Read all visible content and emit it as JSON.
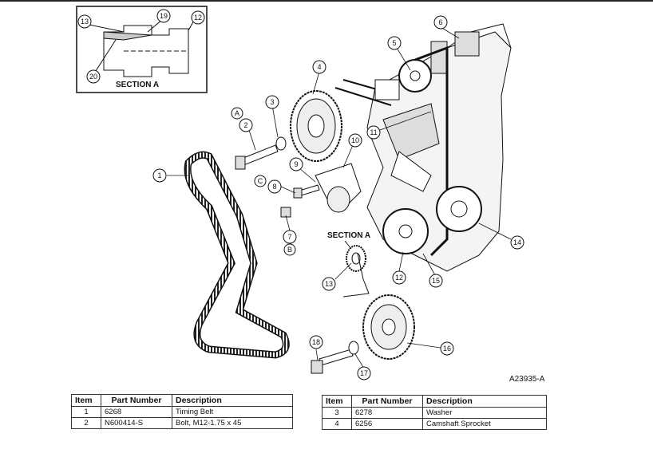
{
  "figure": {
    "id": "A23935-A",
    "section_label": "SECTION A",
    "inset_label": "SECTION A",
    "letters": [
      "A",
      "B",
      "C"
    ],
    "callouts": [
      "1",
      "2",
      "3",
      "4",
      "5",
      "6",
      "7",
      "8",
      "9",
      "10",
      "11",
      "12",
      "13",
      "14",
      "15",
      "16",
      "17",
      "18",
      "19",
      "20"
    ]
  },
  "tables": [
    {
      "headers": {
        "item": "Item",
        "part_number": "Part Number",
        "description": "Description"
      },
      "rows": [
        {
          "item": "1",
          "part_number": "6268",
          "description": "Timing Belt"
        },
        {
          "item": "2",
          "part_number": "N600414-S",
          "description": "Bolt, M12-1.75 x 45"
        }
      ]
    },
    {
      "headers": {
        "item": "Item",
        "part_number": "Part Number",
        "description": "Description"
      },
      "rows": [
        {
          "item": "3",
          "part_number": "6278",
          "description": "Washer"
        },
        {
          "item": "4",
          "part_number": "6256",
          "description": "Camshaft Sprocket"
        }
      ]
    }
  ]
}
